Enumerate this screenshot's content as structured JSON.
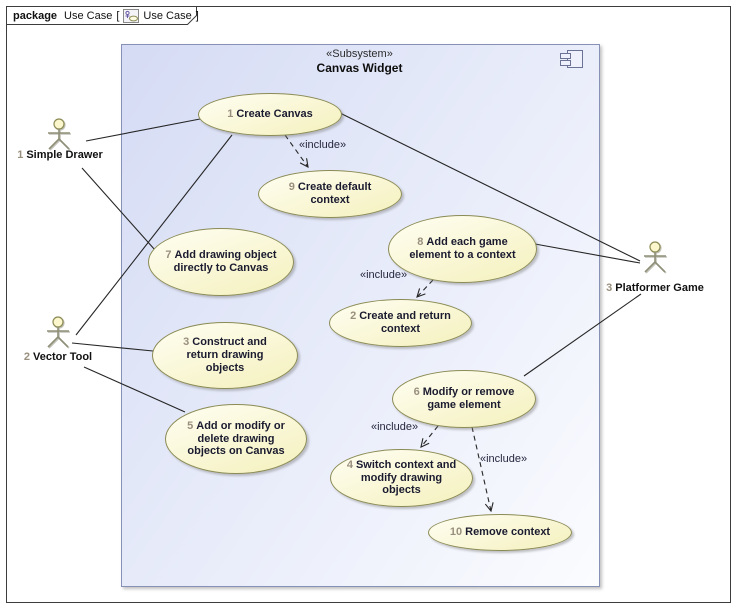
{
  "frame": {
    "tab": {
      "keyword": "package",
      "model_name": "Use Case",
      "open_bracket": "[",
      "diagram_name": "Use Case",
      "close_bracket": "]",
      "icon": "use-case-diagram-icon"
    }
  },
  "subsystem": {
    "stereotype": "«Subsystem»",
    "name": "Canvas Widget",
    "icon": "subsystem-icon"
  },
  "actors": [
    {
      "id": "1",
      "name": "Simple Drawer"
    },
    {
      "id": "2",
      "name": "Vector Tool"
    },
    {
      "id": "3",
      "name": "Platformer Game"
    }
  ],
  "use_cases": [
    {
      "id": "1",
      "label": "Create Canvas"
    },
    {
      "id": "9",
      "label": "Create default context"
    },
    {
      "id": "7",
      "label": "Add drawing object directly to Canvas"
    },
    {
      "id": "8",
      "label": "Add each game element to a context"
    },
    {
      "id": "2",
      "label": "Create and return context"
    },
    {
      "id": "3",
      "label": "Construct and return drawing objects"
    },
    {
      "id": "6",
      "label": "Modify or remove game element"
    },
    {
      "id": "5",
      "label": "Add or modify or delete drawing objects on Canvas"
    },
    {
      "id": "4",
      "label": "Switch context and modify drawing objects"
    },
    {
      "id": "10",
      "label": "Remove context"
    }
  ],
  "relationships": {
    "include_label": "«include»",
    "includes": [
      {
        "from": "1 Create Canvas",
        "to": "9 Create default context"
      },
      {
        "from": "8 Add each game element to a context",
        "to": "2 Create and return context"
      },
      {
        "from": "6 Modify or remove game element",
        "to": "4 Switch context and modify drawing objects"
      },
      {
        "from": "6 Modify or remove game element",
        "to": "10 Remove context"
      }
    ],
    "associations": [
      {
        "from": "1 Simple Drawer",
        "to": "1 Create Canvas"
      },
      {
        "from": "1 Simple Drawer",
        "to": "7 Add drawing object directly to Canvas"
      },
      {
        "from": "2 Vector Tool",
        "to": "1 Create Canvas"
      },
      {
        "from": "2 Vector Tool",
        "to": "3 Construct and return drawing objects"
      },
      {
        "from": "2 Vector Tool",
        "to": "5 Add or modify or delete drawing objects on Canvas"
      },
      {
        "from": "3 Platformer Game",
        "to": "1 Create Canvas"
      },
      {
        "from": "3 Platformer Game",
        "to": "8 Add each game element to a context"
      },
      {
        "from": "3 Platformer Game",
        "to": "6 Modify or remove game element"
      }
    ]
  },
  "colors": {
    "subsystem_fill_start": "#d5dbf4",
    "subsystem_fill_end": "#fbfcff",
    "subsystem_border": "#8791b5",
    "usecase_fill_start": "#fffef2",
    "usecase_fill_end": "#f5f2c2",
    "usecase_border": "#8b8b55",
    "number_color": "#998f7e",
    "usecase_text_color": "#1b1b30",
    "include_text_color": "#26263e",
    "line_color": "#262626"
  }
}
